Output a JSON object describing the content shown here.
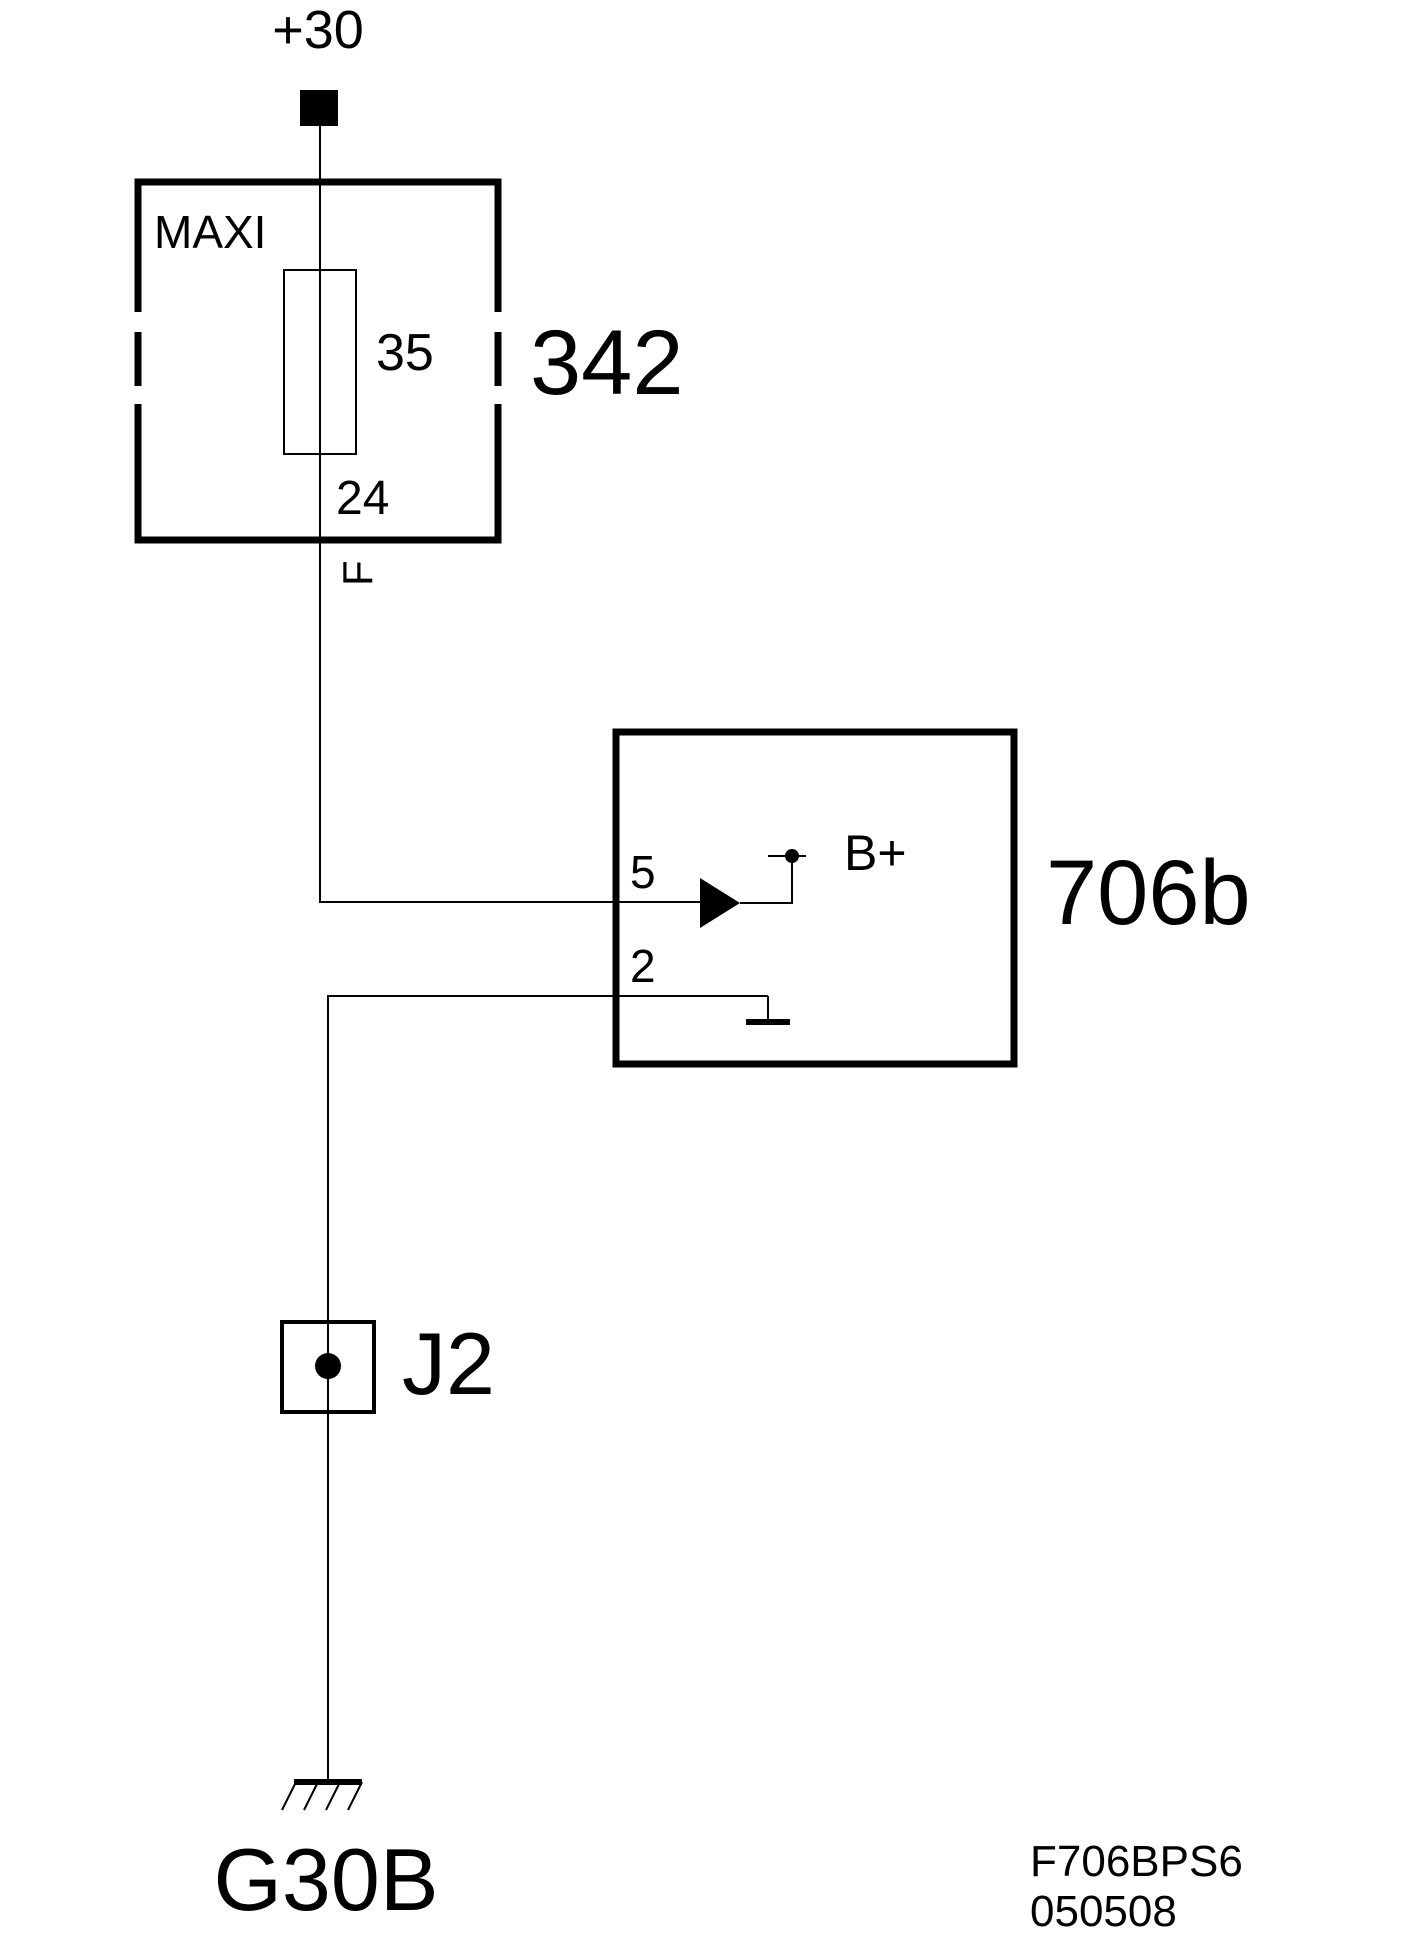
{
  "supply": {
    "label": "+30"
  },
  "fuse_box": {
    "type_label": "MAXI",
    "component_id": "342",
    "fuse_number": "35",
    "fuse_rating": "24",
    "wire_color": "F"
  },
  "module": {
    "component_id": "706b",
    "pin_5": "5",
    "pin_2": "2",
    "supply_label": "B+"
  },
  "splice": {
    "label": "J2"
  },
  "ground": {
    "label": "G30B"
  },
  "drawing_ref": {
    "code": "F706BPS6",
    "date": "050508"
  }
}
